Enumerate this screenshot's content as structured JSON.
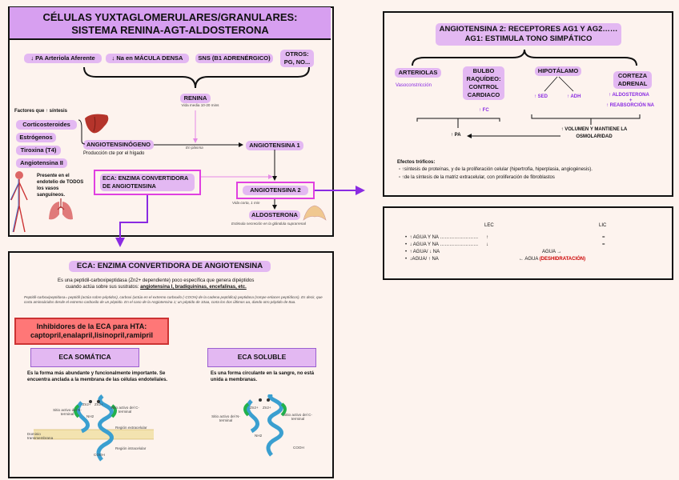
{
  "title": {
    "line1": "CÉLULAS YUXTAGLOMERULARES/GRANULARES:",
    "line2": "SISTEMA RENINA-AGT-ALDOSTERONA"
  },
  "stimuli": [
    "↓ PA Arteriola Aferente",
    "↓ Na en MÁCULA DENSA",
    "SNS (B1 ADRENÉRGICO)",
    "OTROS: PG, NO..."
  ],
  "renina": {
    "label": "RENINA",
    "note": "Vida media 10-20 mins"
  },
  "factors": {
    "heading": "Factores que ↑ síntesis",
    "items": [
      "Corticosteroides",
      "Estrógenos",
      "Tiroxina (T4)",
      "Angiotensina II"
    ]
  },
  "angiotensinogeno": {
    "label": "ANGIOTENSINÓGENO",
    "note": "Producción cte por el hígado"
  },
  "en_plasma": "En plasma",
  "angiotensina1": "ANGIOTENSINA 1",
  "endothelium_note": "Presente en el endotelio de TODOS los vasos sanguíneos.",
  "eca_box": "ECA: ENZIMA CONVERTIDORA DE ANGIOTENSINA",
  "angiotensina2": {
    "label": "ANGIOTENSINA 2",
    "note": "Vida corta, 1 min"
  },
  "aldosterona": {
    "label": "ALDOSTERONA",
    "note": "Estimula secreción en la glándula suprarrenal"
  },
  "receptors": {
    "line1": "ANGIOTENSINA 2: RECEPTORES AG1 Y AG2……",
    "line2": "AG1: ESTIMULA TONO SIMPÁTICO"
  },
  "targets": {
    "arteriolas": {
      "label": "ARTERIOLAS",
      "effect": "Vasoconstricción"
    },
    "bulbo": {
      "label": "BULBO RAQUÍDEO: CONTROL CARDIACO",
      "effect": "↑ FC"
    },
    "hipotalamo": {
      "label": "HIPOTÁLAMO",
      "effect1": "↑ SED",
      "effect2": "↑ ADH"
    },
    "corteza": {
      "label": "CORTEZA ADRENAL",
      "effect1": "↑ ALDOSTERONA",
      "plus": "+",
      "effect2": "↑ REABSORCIÓN NA"
    }
  },
  "pa_result": "↑ PA",
  "volumen_result": "↑ VOLUMEN Y MANTIENE LA OSMOLARIDAD",
  "troficos": {
    "heading": "Efectos tróficos:",
    "items": [
      "↑síntesis de proteínas, y de la proliferación celular (hipertrofia, hiperplasia, angiogénesis).",
      "↑de la síntesis de la matriz extracelular, con proliferación de fibroblastos"
    ]
  },
  "fluid": {
    "lec": "LEC",
    "lic": "LIC",
    "rows": [
      {
        "text": "↑ AGUA Y NA ……………………",
        "arrow": "↑",
        "lic": "="
      },
      {
        "text": "↓ AGUA Y NA ……………………",
        "arrow": "↓",
        "lic": "="
      },
      {
        "text": "↑ AGUA/ ↓ NA",
        "mid": "AGUA →",
        "lic": ""
      },
      {
        "text": "↓AGUA/ ↑ NA",
        "mid": "← AGUA",
        "mid2": "(DESHIDRATACIÓN)",
        "lic": ""
      }
    ]
  },
  "eca_section": {
    "title": "ECA: ENZIMA CONVERTIDORA DE ANGIOTENSINA",
    "desc1": "Es una peptidil-carboxipeptidasa (Zn2+ dependiente) poco específica que genera dipéptidos",
    "desc2a": "cuando actúa sobre sus sustratos: ",
    "desc2b": "angiotensina I, bradiquininas, encefalinas, etc.",
    "detail": "Peptidil-carboxipeptidasa= peptidil (actúa sobre péptidos), carboxi (actúa en el extremo carboxilo (-COOH) de la cadena peptídica) peptidasa (rompe enlaces peptídicos). Es decir, que corta aminoácidos desde el extremo carboxilo de un péptido. En el caso de la Angiotensina 1; un péptido de 10aa, corta los dos últimos aa, dando otro péptido de 8aa.",
    "inhibitors_title": "Inhibidores de la ECA para HTA:",
    "inhibitors_list": "captopril,enalapril,lisinopril,ramipril",
    "somatica": {
      "title": "ECA SOMÁTICA",
      "desc": "Es la forma más abundante y funcionalmente importante. Se encuentra anclada a la membrana de las células endoteliales."
    },
    "soluble": {
      "title": "ECA SOLUBLE",
      "desc": "Es una forma circulante en la sangre, no está unida a membranas."
    },
    "fig_labels": {
      "zn": "Zn2+",
      "sitio_n": "Sitio activo del N-terminal",
      "sitio_c": "Sitio activo del C-terminal",
      "region": "Región extracelular",
      "dominio": "Dominio transmembrana",
      "nh2": "NH2",
      "cooh": "COOH",
      "intracelular": "Región intracelular"
    }
  },
  "colors": {
    "purple": "#8a2be2",
    "pill": "#e3b8f2",
    "magenta": "#e040e0",
    "red": "#f77",
    "teal": "#3a9fd0",
    "green": "#22b14c"
  }
}
